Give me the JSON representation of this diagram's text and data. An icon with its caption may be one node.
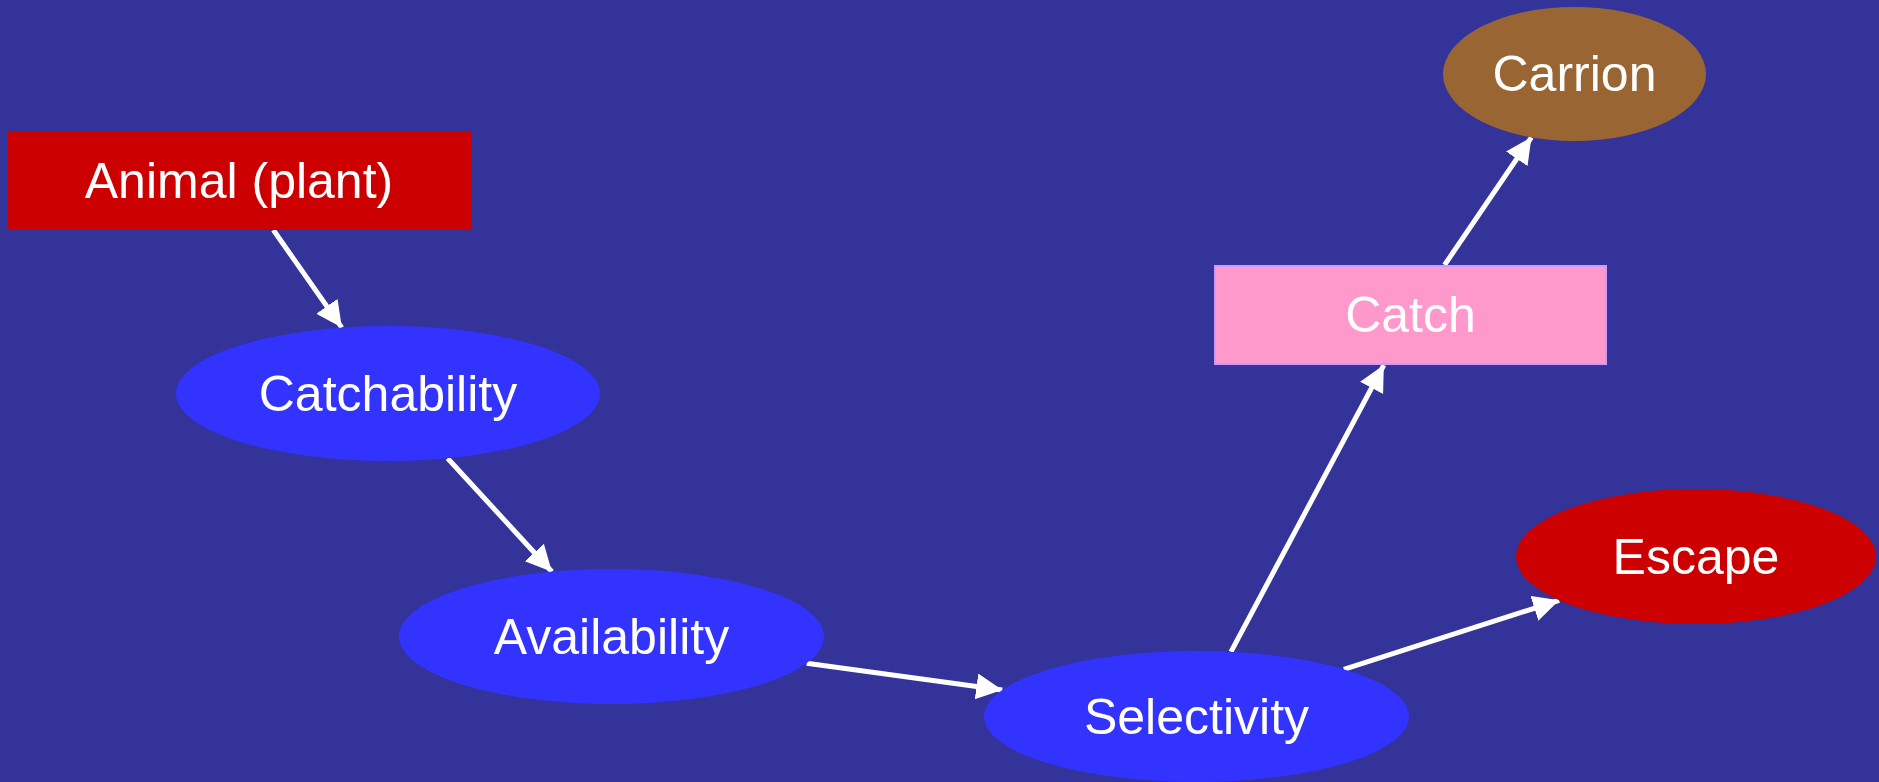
{
  "diagram": {
    "nodes": [
      {
        "text": [
          "Animal (plant)"
        ]
      },
      {
        "text": [
          "Catchability"
        ]
      },
      {
        "text": [
          "Availability"
        ]
      },
      {
        "text": [
          "Selectivity"
        ]
      },
      {
        "text": [
          "Catch"
        ]
      },
      {
        "text": [
          "Carrion"
        ]
      },
      {
        "text": [
          "Escape"
        ]
      }
    ],
    "edges": [
      {
        "from": 0,
        "to": 1,
        "arrow": "to"
      },
      {
        "from": 1,
        "to": 2,
        "arrow": "to"
      },
      {
        "from": 2,
        "to": 3,
        "arrow": "to"
      },
      {
        "from": 3,
        "to": 4,
        "arrow": "to"
      },
      {
        "from": 3,
        "to": 6,
        "arrow": "to"
      },
      {
        "from": 4,
        "to": 5,
        "arrow": "to"
      }
    ]
  }
}
